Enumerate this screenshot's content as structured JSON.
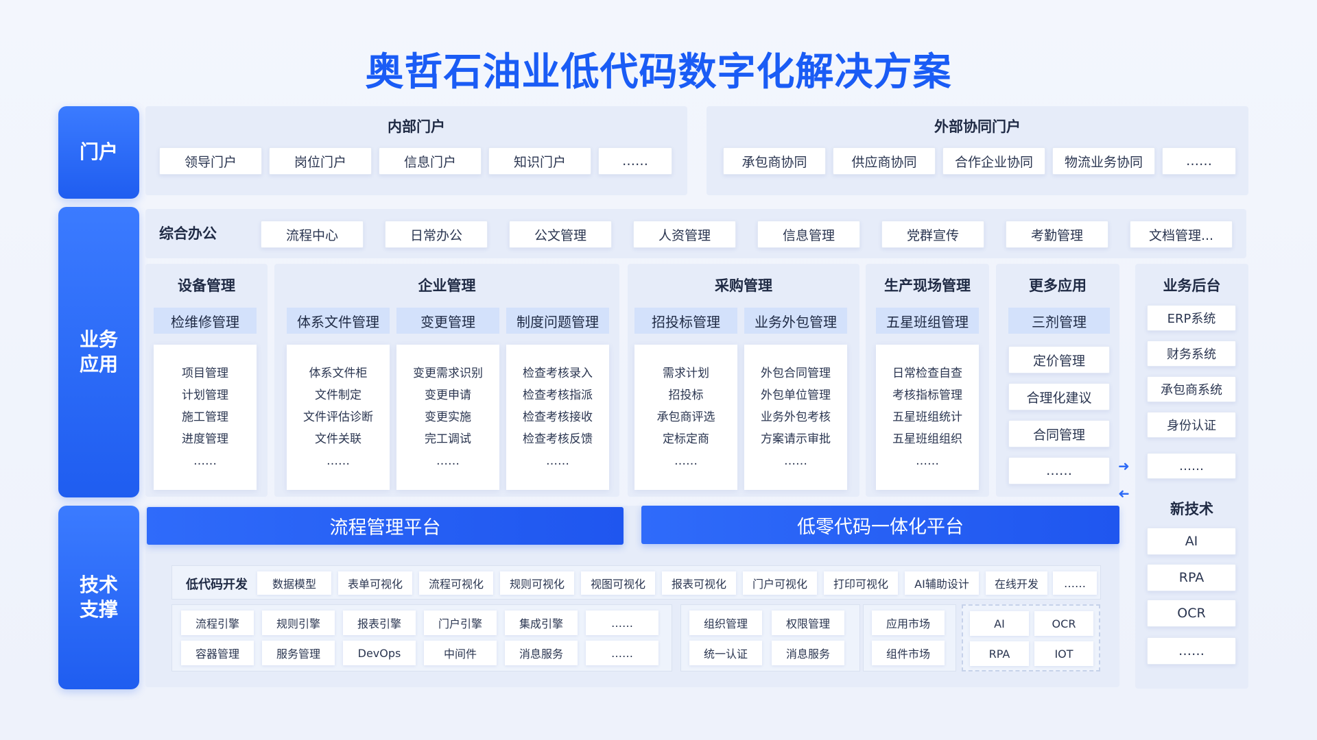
{
  "title": "奥哲石油业低代码数字化解决方案",
  "sidebar": {
    "portal": "门户",
    "business_1": "业务",
    "business_2": "应用",
    "tech_1": "技术",
    "tech_2": "支撑"
  },
  "portal": {
    "internal": {
      "title": "内部门户",
      "items": [
        "领导门户",
        "岗位门户",
        "信息门户",
        "知识门户",
        "……"
      ]
    },
    "external": {
      "title": "外部协同门户",
      "items": [
        "承包商协同",
        "供应商协同",
        "合作企业协同",
        "物流业务协同",
        "……"
      ]
    }
  },
  "office": {
    "title": "综合办公",
    "items": [
      "流程中心",
      "日常办公",
      "公文管理",
      "人资管理",
      "信息管理",
      "党群宣传",
      "考勤管理",
      "文档管理..."
    ]
  },
  "equipment": {
    "title": "设备管理",
    "tag": "检维修管理",
    "list": [
      "项目管理",
      "计划管理",
      "施工管理",
      "进度管理",
      "……"
    ]
  },
  "enterprise": {
    "title": "企业管理",
    "tags": [
      "体系文件管理",
      "变更管理",
      "制度问题管理"
    ],
    "lists": [
      [
        "体系文件柜",
        "文件制定",
        "文件评估诊断",
        "文件关联",
        "……"
      ],
      [
        "变更需求识别",
        "变更申请",
        "变更实施",
        "完工调试",
        "……"
      ],
      [
        "检查考核录入",
        "检查考核指派",
        "检查考核接收",
        "检查考核反馈",
        "……"
      ]
    ]
  },
  "purchase": {
    "title": "采购管理",
    "tags": [
      "招投标管理",
      "业务外包管理"
    ],
    "lists": [
      [
        "需求计划",
        "招投标",
        "承包商评选",
        "定标定商",
        "……"
      ],
      [
        "外包合同管理",
        "外包单位管理",
        "业务外包考核",
        "方案请示审批",
        "……"
      ]
    ]
  },
  "production": {
    "title": "生产现场管理",
    "tag": "五星班组管理",
    "list": [
      "日常检查自查",
      "考核指标管理",
      "五星班组统计",
      "五星班组组织",
      "……"
    ]
  },
  "more": {
    "title": "更多应用",
    "tag": "三剂管理",
    "items": [
      "定价管理",
      "合理化建议",
      "合同管理",
      "……"
    ]
  },
  "backend": {
    "title": "业务后台",
    "items": [
      "ERP系统",
      "财务系统",
      "承包商系统",
      "身份认证",
      "……"
    ],
    "newtech_title": "新技术",
    "newtech_items": [
      "AI",
      "RPA",
      "OCR",
      "……"
    ]
  },
  "platforms": {
    "process": "流程管理平台",
    "lowcode": "低零代码一体化平台"
  },
  "lowcode_dev": {
    "title": "低代码开发",
    "items": [
      "数据模型",
      "表单可视化",
      "流程可视化",
      "规则可视化",
      "视图可视化",
      "报表可视化",
      "门户可视化",
      "打印可视化",
      "AI辅助设计",
      "在线开发",
      "……"
    ]
  },
  "engines": {
    "row1": [
      "流程引擎",
      "规则引擎",
      "报表引擎",
      "门户引擎",
      "集成引擎",
      "……"
    ],
    "row2": [
      "容器管理",
      "服务管理",
      "DevOps",
      "中间件",
      "消息服务",
      "……"
    ]
  },
  "org": {
    "row1": [
      "组织管理",
      "权限管理"
    ],
    "row2": [
      "统一认证",
      "消息服务"
    ]
  },
  "market": {
    "row1": [
      "应用市场"
    ],
    "row2": [
      "组件市场"
    ]
  },
  "ai": {
    "row1": [
      "AI",
      "OCR"
    ],
    "row2": [
      "RPA",
      "IOT"
    ]
  },
  "colors": {
    "accent": "#1f5df0",
    "title": "#1a5cf5",
    "panel": "#e6ecf9"
  },
  "icons": [
    "arrow-right-icon",
    "arrow-left-icon"
  ]
}
